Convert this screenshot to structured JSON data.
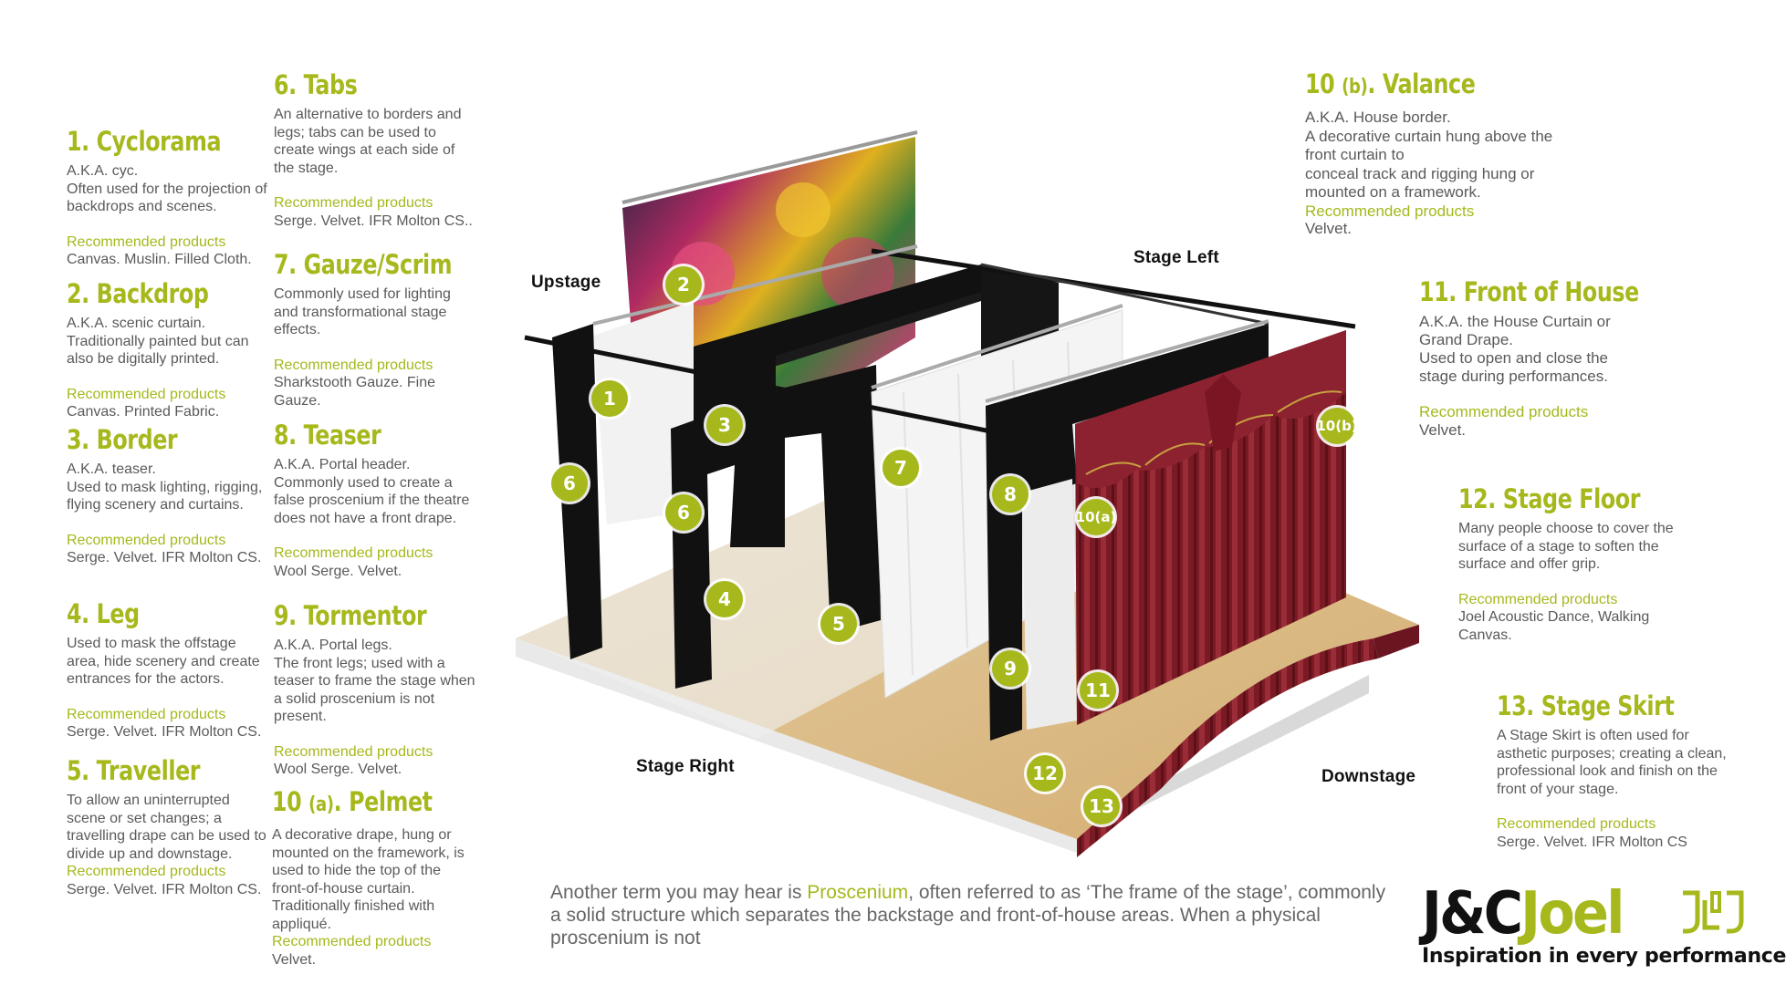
{
  "sections": {
    "s1": {
      "title": "1. Cyclorama",
      "lines": [
        "A.K.A. cyc.",
        "Often used for the projection of backdrops and scenes."
      ],
      "rec_label": "Recommended products",
      "products": "Canvas. Muslin. Filled Cloth."
    },
    "s2": {
      "title": "2. Backdrop",
      "lines": [
        "A.K.A. scenic curtain.",
        "Traditionally painted but can also be digitally printed."
      ],
      "rec_label": "Recommended products",
      "products": "Canvas. Printed Fabric."
    },
    "s3": {
      "title": "3. Border",
      "lines": [
        "A.K.A. teaser.",
        "Used to mask lighting, rigging, flying scenery and curtains."
      ],
      "rec_label": "Recommended products",
      "products": "Serge. Velvet. IFR Molton CS."
    },
    "s4": {
      "title": "4. Leg",
      "lines": [
        "Used to mask the offstage area, hide scenery and create entrances for the actors."
      ],
      "rec_label": "Recommended products",
      "products": "Serge. Velvet. IFR Molton CS."
    },
    "s5": {
      "title": "5. Traveller",
      "lines": [
        "To allow an uninterrupted scene or set changes; a travelling drape can be used to divide up and downstage."
      ],
      "rec_label": "Recommended products",
      "products": "Serge. Velvet. IFR Molton CS."
    },
    "s6": {
      "title": "6. Tabs",
      "lines": [
        "An alternative to borders and legs; tabs can be used to create wings at each side of the stage."
      ],
      "rec_label": "Recommended products",
      "products": "Serge. Velvet. IFR Molton CS.."
    },
    "s7": {
      "title": "7. Gauze/Scrim",
      "lines": [
        "Commonly used for lighting and transformational stage effects."
      ],
      "rec_label": "Recommended products",
      "products": "Sharkstooth Gauze. Fine Gauze."
    },
    "s8": {
      "title": "8. Teaser",
      "lines": [
        "A.K.A. Portal header.",
        "Commonly used to create a false proscenium if the theatre does not have a front drape."
      ],
      "rec_label": "Recommended products",
      "products": "Wool Serge. Velvet."
    },
    "s9": {
      "title": "9. Tormentor",
      "lines": [
        "A.K.A. Portal legs.",
        "The front legs; used with a teaser to frame the stage when a solid proscenium is not present."
      ],
      "rec_label": "Recommended products",
      "products": "Wool Serge. Velvet."
    },
    "s10a": {
      "title_num": "10",
      "title_sub": "(a)",
      "title_rest": ". Pelmet",
      "lines": [
        "A decorative drape, hung or mounted on the framework, is used to hide the top of the front-of-house curtain.",
        "Traditionally finished with appliqué."
      ],
      "rec_label": "Recommended products",
      "products": "Velvet."
    },
    "s10b": {
      "title_num": "10",
      "title_sub": "(b)",
      "title_rest": ". Valance",
      "lines": [
        "A.K.A. House border.",
        "A decorative curtain hung above the front curtain to",
        "conceal track and rigging hung or mounted on a framework."
      ],
      "rec_label": "Recommended products",
      "products": "Velvet."
    },
    "s11": {
      "title": "11. Front of House",
      "lines": [
        "A.K.A. the House Curtain or Grand Drape.",
        "Used to open and close the stage during performances."
      ],
      "rec_label": "Recommended products",
      "products": "Velvet."
    },
    "s12": {
      "title": "12. Stage Floor",
      "lines": [
        "Many people choose to cover the surface of a stage to soften the surface and offer grip."
      ],
      "rec_label": "Recommended products",
      "products": "Joel Acoustic Dance, Walking Canvas."
    },
    "s13": {
      "title": "13. Stage Skirt",
      "lines": [
        "A Stage Skirt is often used for asthetic purposes; creating a clean, professional look and finish on the front of your stage."
      ],
      "rec_label": "Recommended products",
      "products": "Serge. Velvet. IFR Molton CS"
    }
  },
  "diagram": {
    "labels": {
      "upstage": "Upstage",
      "stage_left": "Stage Left",
      "stage_right": "Stage Right",
      "downstage": "Downstage"
    },
    "markers": {
      "m1": "1",
      "m2": "2",
      "m3": "3",
      "m4": "4",
      "m5": "5",
      "m6a": "6",
      "m6b": "6",
      "m7": "7",
      "m8": "8",
      "m9": "9",
      "m10a": "10(a)",
      "m10b": "10(b)",
      "m11": "11",
      "m12": "12",
      "m13": "13"
    },
    "colors": {
      "accent": "#a6b81c",
      "curtain_red": "#7a1a22",
      "black": "#111111",
      "floor": "#d8b884"
    }
  },
  "note": {
    "pre": "Another term you may hear is ",
    "highlight": "Proscenium",
    "post": ", often referred to as ‘The frame of the stage’, commonly a solid structure which separates the backstage and front-of-house areas. When a physical proscenium is not"
  },
  "logo": {
    "jc": "J&C",
    "joel": "Joel",
    "tagline": "Inspiration in every performance"
  }
}
